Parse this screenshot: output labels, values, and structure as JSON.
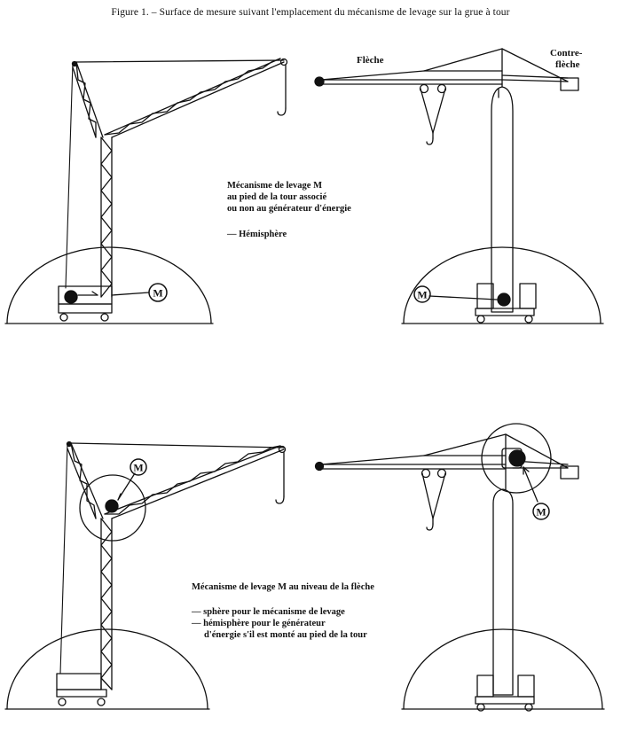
{
  "caption": "Figure 1. – Surface de mesure suivant l'emplacement du mécanisme de levage sur la grue à tour",
  "top_right": {
    "jib_label": "Flèche",
    "counter_jib_label_1": "Contre-",
    "counter_jib_label_2": "flèche"
  },
  "legend_top": {
    "line1": "Mécanisme de levage M",
    "line2": "au pied de la tour associé",
    "line3": "ou non au générateur d'énergie",
    "hemisphere": "— Hémisphère"
  },
  "legend_bottom": {
    "line1": "Mécanisme de levage M au niveau de la flèche",
    "item1": "— sphère pour le mécanisme de levage",
    "item2a": "— hémisphère pour le générateur",
    "item2b": "d'énergie s'il est monté au pied de la tour"
  },
  "marker_label": "M",
  "colors": {
    "ink": "#111111",
    "paper": "#ffffff"
  }
}
